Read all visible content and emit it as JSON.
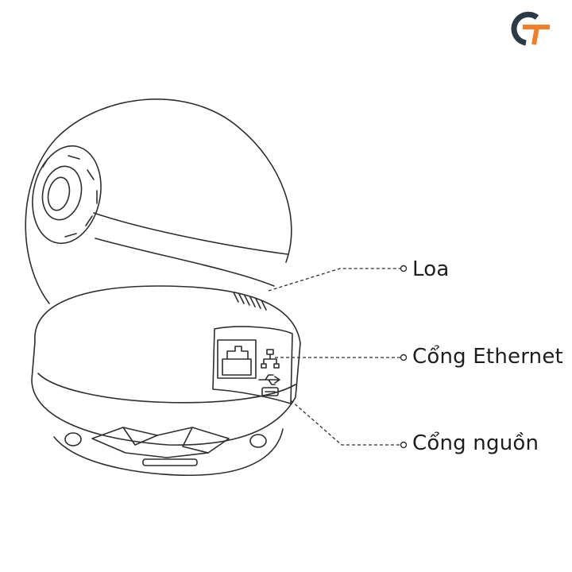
{
  "callouts": {
    "speaker": "Loa",
    "ethernet_port": "Cổng Ethernet",
    "power_port": "Cổng nguồn"
  },
  "logo": {
    "dark_color": "#2b3a44",
    "accent_color": "#f07f2a"
  },
  "colors": {
    "line": "#2e2e2e",
    "label": "#1e1e1e"
  }
}
